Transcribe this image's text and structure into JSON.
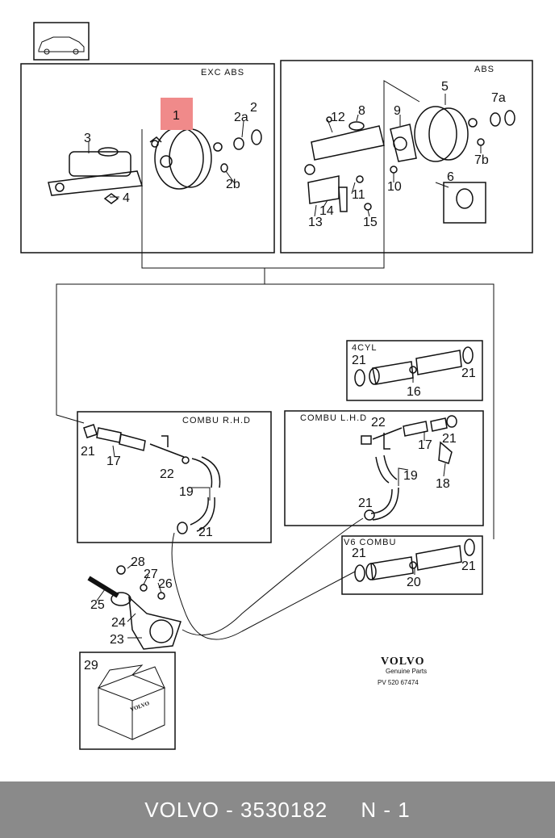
{
  "diagram": {
    "panels": {
      "exc_abs": "EXC ABS",
      "abs": "ABS",
      "cyl4": "4CYL",
      "combu_rhd": "COMBU R.H.D",
      "combu_lhd": "COMBU L.H.D",
      "v6_combu": "V6 COMBU"
    },
    "callouts": {
      "n1": "1",
      "n2": "2",
      "n2a": "2a",
      "n2b": "2b",
      "n3": "3",
      "n4": "4",
      "n5": "5",
      "n6": "6",
      "n7a": "7a",
      "n7b": "7b",
      "n8": "8",
      "n9": "9",
      "n10": "10",
      "n11": "11",
      "n12": "12",
      "n13": "13",
      "n14": "14",
      "n15": "15",
      "n16": "16",
      "n17": "17",
      "n18": "18",
      "n19": "19",
      "n20": "20",
      "n21": "21",
      "n22": "22",
      "n23": "23",
      "n24": "24",
      "n25": "25",
      "n26": "26",
      "n27": "27",
      "n28": "28",
      "n29": "29"
    },
    "highlight_color": "#f08a8a",
    "brand": {
      "logo": "VOLVO",
      "sub": "Genuine Parts",
      "code": "PV 520 67474"
    },
    "box_logo": "VOLVO"
  },
  "footer": {
    "text": "VOLVO - 3530182     N - 1"
  }
}
